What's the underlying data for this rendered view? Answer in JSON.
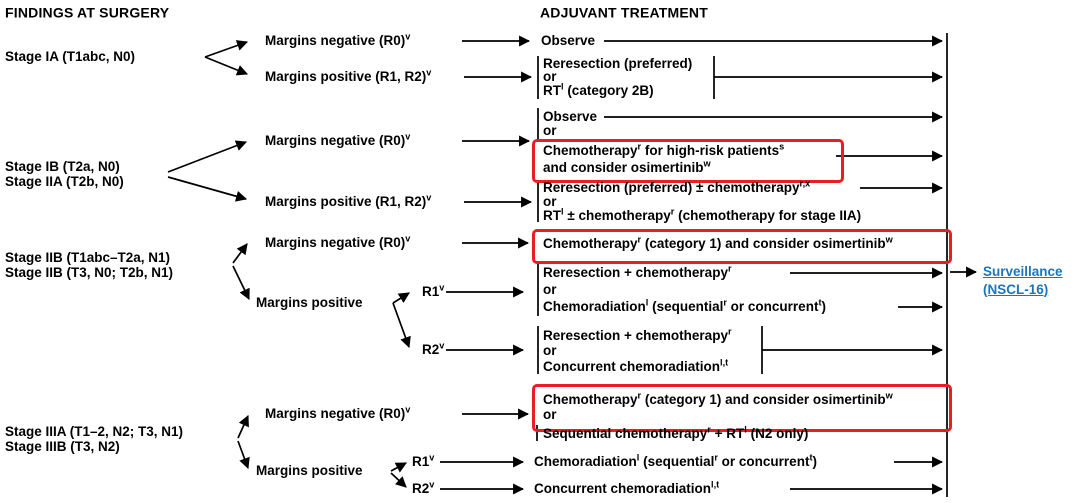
{
  "colors": {
    "text": "#000000",
    "highlight_red": "#ec1c24",
    "link_blue": "#1b75bc"
  },
  "headers": {
    "findings": "FINDINGS AT SURGERY",
    "adjuvant": "ADJUVANT TREATMENT"
  },
  "stages": {
    "ia": "Stage IA (T1abc, N0)",
    "ib": "Stage IB (T2a, N0)",
    "iia": "Stage IIA (T2b, N0)",
    "iib1": "Stage IIB (T1abc–T2a, N1)",
    "iib2": "Stage IIB (T3, N0; T2b, N1)",
    "iiia": "Stage IIIA (T1–2, N2; T3, N1)",
    "iiib": "Stage IIIB (T3, N2)"
  },
  "branches": {
    "margins_negative": "Margins negative (R0)^{v}",
    "margins_positive_r1r2": "Margins positive (R1, R2)^{v}",
    "margins_positive": "Margins positive",
    "r1": "R1^{v}",
    "r2": "R2^{v}"
  },
  "adjuvant": {
    "ia_neg": {
      "l1": "Observe"
    },
    "ia_pos": {
      "l1": "Reresection (preferred)",
      "l2": "or",
      "l3": "RT^{l} (category 2B)"
    },
    "ib_iia_neg": {
      "l1": "Observe",
      "l2": "or",
      "l3": "Chemotherapy^{r} for high-risk patients^{s}",
      "l4": "and consider osimertinib^{w}"
    },
    "ib_iia_pos": {
      "l1": "Reresection (preferred) ± chemotherapy^{r,x}",
      "l2": "or",
      "l3": "RT^{l} ± chemotherapy^{r} (chemotherapy for stage IIA)"
    },
    "iib_neg": {
      "l1": "Chemotherapy^{r} (category 1) and consider osimertinib^{w}"
    },
    "iib_r1": {
      "l1": "Reresection + chemotherapy^{r}",
      "l2": "or",
      "l3": "Chemoradiation^{l} (sequential^{r} or concurrent^{t})"
    },
    "iib_r2": {
      "l1": "Reresection + chemotherapy^{r}",
      "l2": "or",
      "l3": "Concurrent chemoradiation^{l,t}"
    },
    "iii_neg": {
      "l1": "Chemotherapy^{r} (category 1) and consider osimertinib^{w}",
      "l2": "or",
      "l3": "Sequential chemotherapy^{r} + RT^{l} (N2 only)"
    },
    "iii_r1": {
      "l1": "Chemoradiation^{l} (sequential^{r} or concurrent^{t})"
    },
    "iii_r2": {
      "l1": "Concurrent chemoradiation^{l,t}"
    }
  },
  "surveillance": {
    "line1": "Surveillance",
    "line2": "(NSCL-16)"
  }
}
